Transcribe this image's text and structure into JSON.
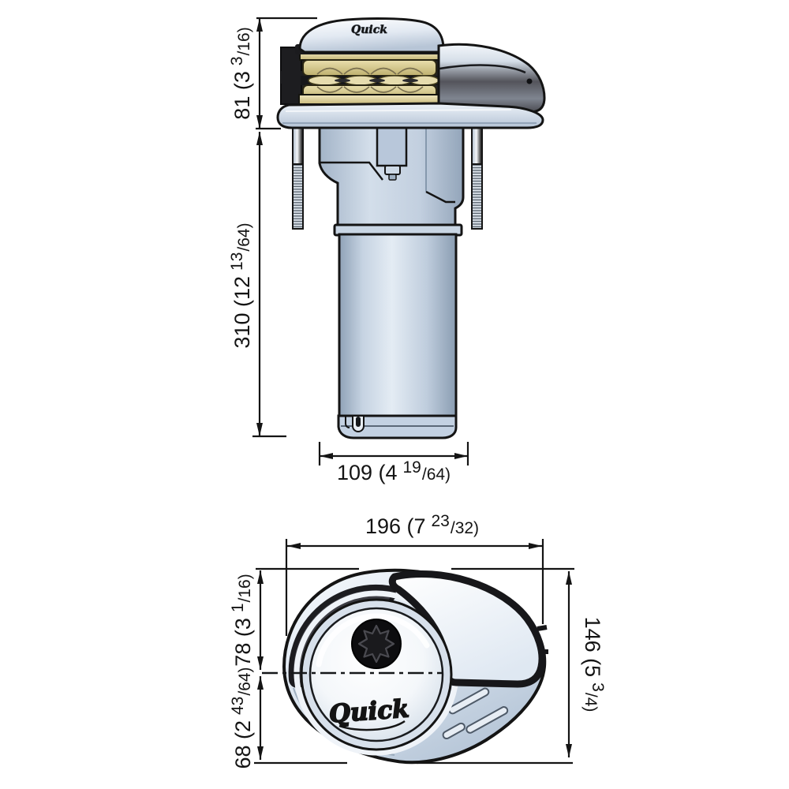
{
  "diagram": {
    "brand": "Quick",
    "side_view": {
      "dim_above_deck": {
        "main": "81 (3",
        "sup": "3",
        "tail": "/16)"
      },
      "dim_below_deck": {
        "main": "310 (12",
        "sup": "13",
        "tail": "/64)"
      },
      "dim_motor_width": {
        "main": "109 (4",
        "sup": "19",
        "tail": "/64)"
      }
    },
    "top_view": {
      "dim_overall_length": {
        "main": "196 (7",
        "sup": "23",
        "tail": "/32)"
      },
      "dim_center_to_front": {
        "main": "78 (3",
        "sup": "1",
        "tail": "/16)"
      },
      "dim_center_to_back": {
        "main": "68 (2",
        "sup": "43",
        "tail": "/64)"
      },
      "dim_overall_width": {
        "main": "146 (5",
        "sup": "3",
        "tail": "/4)"
      }
    },
    "colors": {
      "outline": "#141414",
      "body_blue": "#cfdbe9",
      "gold": "#dbcf96",
      "cover_gray": "#55555c",
      "chrome": "#ffffff"
    }
  }
}
